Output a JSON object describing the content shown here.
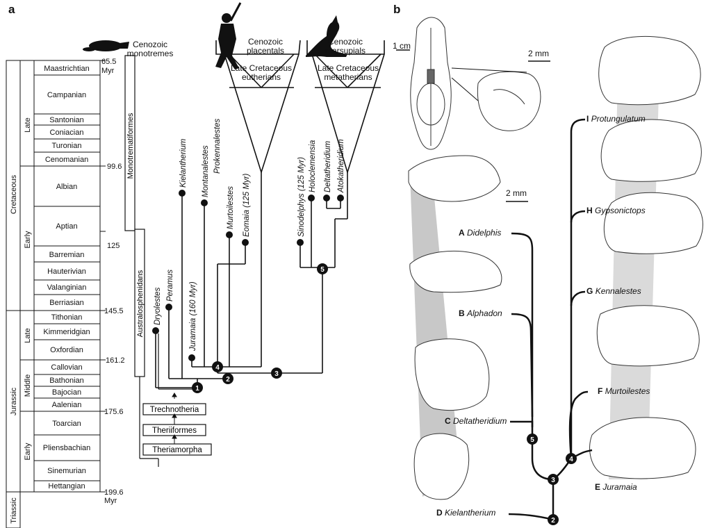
{
  "panel_a": {
    "letter": "a",
    "periods": [
      "Cretaceous",
      "Jurassic",
      "Triassic"
    ],
    "epochs": [
      "Late",
      "Early",
      "Late",
      "Middle",
      "Early"
    ],
    "stages": [
      "Maastrichtian",
      "Campanian",
      "Santonian",
      "Coniacian",
      "Turonian",
      "Cenomanian",
      "Albian",
      "Aptian",
      "Barremian",
      "Hauterivian",
      "Valanginian",
      "Berriasian",
      "Tithonian",
      "Kimmeridgian",
      "Oxfordian",
      "Callovian",
      "Bathonian",
      "Bajocian",
      "Aalenian",
      "Toarcian",
      "Pliensbachian",
      "Sinemurian",
      "Hettangian"
    ],
    "ages": [
      "65.5",
      "99.6",
      "125",
      "145.5",
      "161.2",
      "175.6",
      "199.6"
    ],
    "age_unit": "Myr",
    "clades": [
      "Monotrematiformes",
      "Australosphenidans"
    ],
    "ranks": [
      "Trechnotheria",
      "Theriiformes",
      "Theriamorpha"
    ],
    "groups": {
      "monotremes": "Cenozoic monotremes",
      "placentals": "Cenozoic placentals",
      "marsupials": "Cenozoic marsupials",
      "eutherians": "Late Cretaceous eutherians",
      "metatherians": "Late Cretaceous metatherians"
    },
    "taxa": {
      "dryolestes": "Dryolestes",
      "peramus": "Peramus",
      "juramaia": "Juramaia (160 Myr)",
      "kielantherium": "Kielantherium",
      "montanalestes": "Montanalestes",
      "prokennalestes": "Prokennalestes",
      "murtoilestes": "Murtoilestes",
      "eomaia": "Eomaia (125 Myr)",
      "sinodelphys": "Sinodelphys (125 Myr)",
      "holoclemensia": "Holoclemensia",
      "deltatheridium": "Deltatheridium",
      "atokatheridium": "Atokatheridium"
    },
    "nodes": [
      "1",
      "2",
      "3",
      "4",
      "5"
    ]
  },
  "panel_b": {
    "letter": "b",
    "scales": [
      "1 cm",
      "2 mm",
      "2 mm"
    ],
    "specimens": [
      {
        "letter": "A",
        "name": "Didelphis"
      },
      {
        "letter": "B",
        "name": "Alphadon"
      },
      {
        "letter": "C",
        "name": "Deltatheridium"
      },
      {
        "letter": "D",
        "name": "Kielantherium"
      },
      {
        "letter": "E",
        "name": "Juramaia"
      },
      {
        "letter": "F",
        "name": "Murtoilestes"
      },
      {
        "letter": "G",
        "name": "Kennalestes"
      },
      {
        "letter": "H",
        "name": "Gypsonictops"
      },
      {
        "letter": "I",
        "name": "Protungulatum"
      }
    ],
    "nodes": [
      "2",
      "3",
      "4",
      "5"
    ]
  },
  "icons": [
    "platypus-icon",
    "baseball-player-icon",
    "kangaroo-icon",
    "skull-icon",
    "tooth-icon"
  ]
}
